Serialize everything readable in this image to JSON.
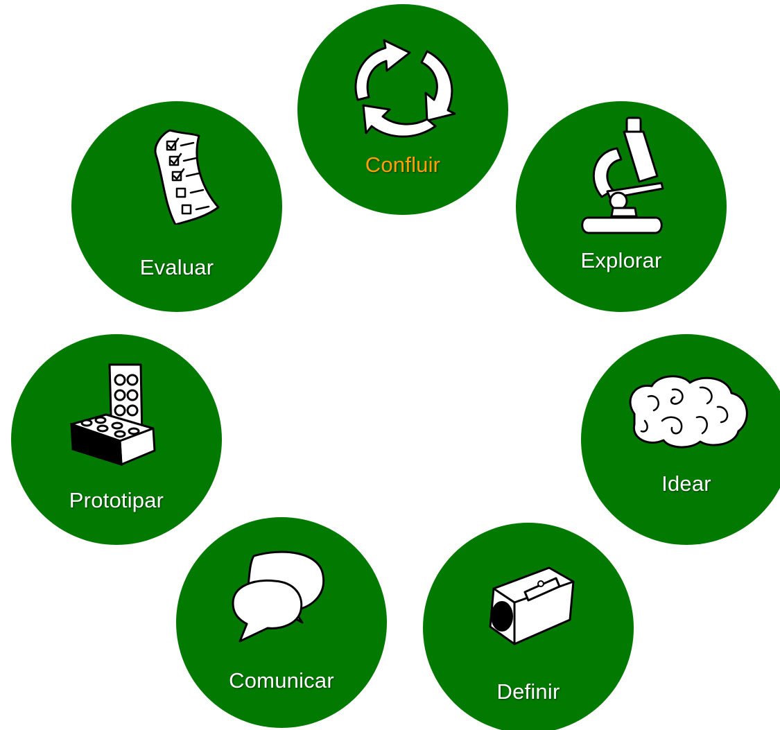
{
  "diagram": {
    "colors": {
      "disc": "#027901",
      "label": "#ffffff",
      "active_label": "#ff9f00",
      "icon_fill": "#ffffff",
      "icon_stroke": "#000000"
    },
    "stages": [
      {
        "id": "confluir",
        "label": "Confluir",
        "icon": "recycle-arrows-icon",
        "active": true
      },
      {
        "id": "explorar",
        "label": "Explorar",
        "icon": "microscope-icon",
        "active": false
      },
      {
        "id": "idear",
        "label": "Idear",
        "icon": "brain-icon",
        "active": false
      },
      {
        "id": "definir",
        "label": "Definir",
        "icon": "pencil-sharpener-icon",
        "active": false
      },
      {
        "id": "comunicar",
        "label": "Comunicar",
        "icon": "speech-bubbles-icon",
        "active": false
      },
      {
        "id": "prototipar",
        "label": "Prototipar",
        "icon": "lego-bricks-icon",
        "active": false
      },
      {
        "id": "evaluar",
        "label": "Evaluar",
        "icon": "checklist-icon",
        "active": false
      }
    ]
  }
}
